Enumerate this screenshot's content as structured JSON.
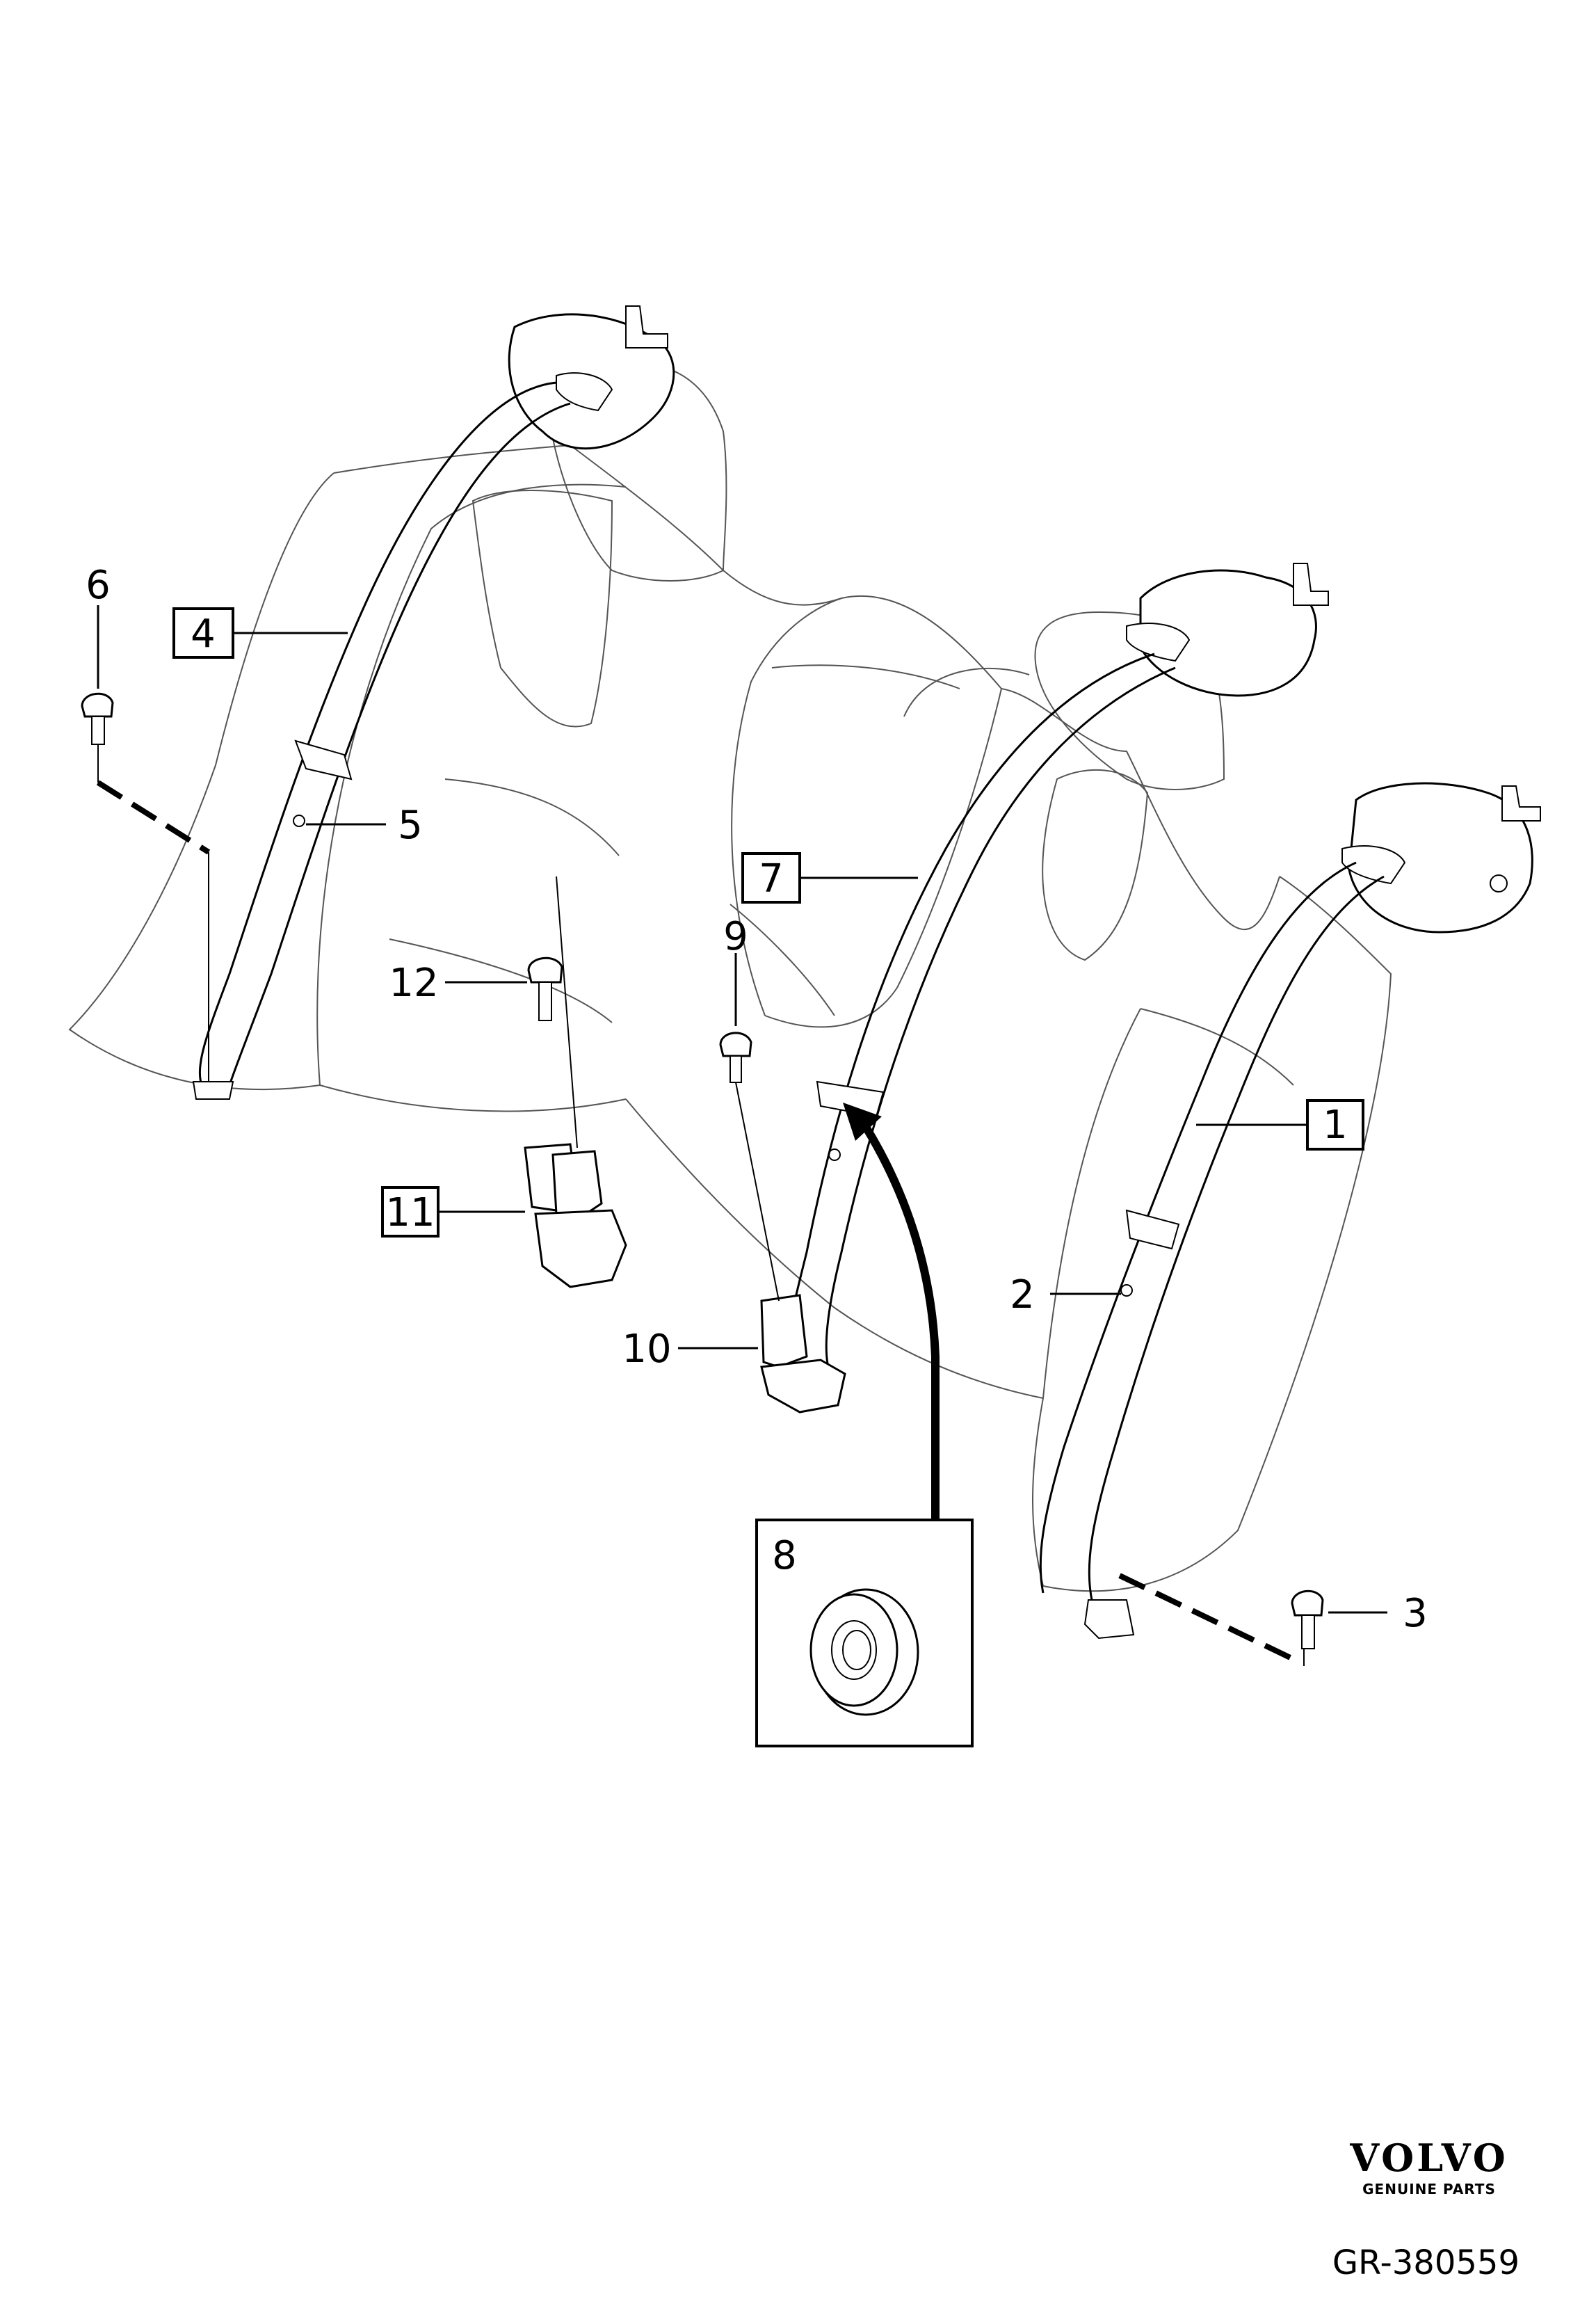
{
  "callouts": {
    "c1": "1",
    "c2": "2",
    "c3": "3",
    "c4": "4",
    "c5": "5",
    "c6": "6",
    "c7": "7",
    "c8": "8",
    "c9": "9",
    "c10": "10",
    "c11": "11",
    "c12": "12"
  },
  "brand": {
    "logo": "VOLVO",
    "tagline": "GENUINE PARTS"
  },
  "figure_id": "GR-380559"
}
